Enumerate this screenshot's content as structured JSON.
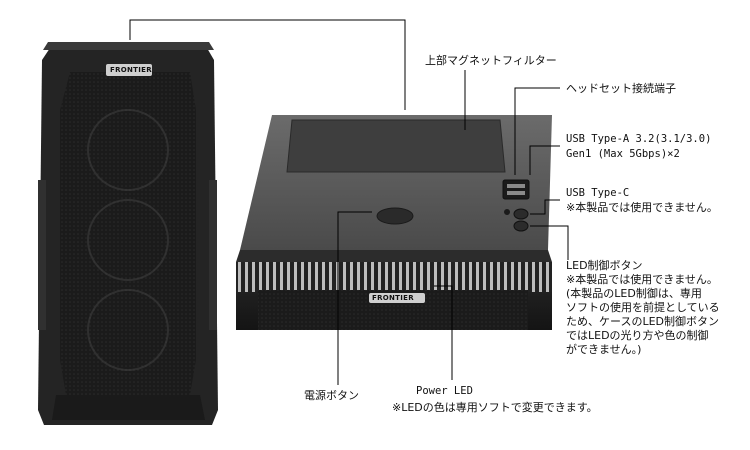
{
  "brand": {
    "logo_text": "FRONTIER"
  },
  "labels": {
    "top_filter": "上部マグネットフィルター",
    "headset": "ヘッドセット接続端子",
    "usb_a_line1": "USB Type-A 3.2(3.1/3.0)",
    "usb_a_line2": "Gen1 (Max 5Gbps)×2",
    "usb_c_line1": "USB Type-C",
    "usb_c_line2": "※本製品では使用できません。",
    "led_btn_line1": "LED制御ボタン",
    "led_btn_line2": "※本製品では使用できません。",
    "led_btn_line3": "(本製品のLED制御は、専用",
    "led_btn_line4": "ソフトの使用を前提としている",
    "led_btn_line5": "ため、ケースのLED制御ボタン",
    "led_btn_line6": "ではLEDの光り方や色の制御",
    "led_btn_line7": "ができません。)",
    "power_button": "電源ボタン",
    "power_led_line1": "Power LED",
    "power_led_line2": "※LEDの色は専用ソフトで変更できます。"
  },
  "colors": {
    "case_dark": "#1c1c1c",
    "case_mid": "#3a3a3a",
    "case_light": "#5a5a5a",
    "leader": "#000000"
  }
}
